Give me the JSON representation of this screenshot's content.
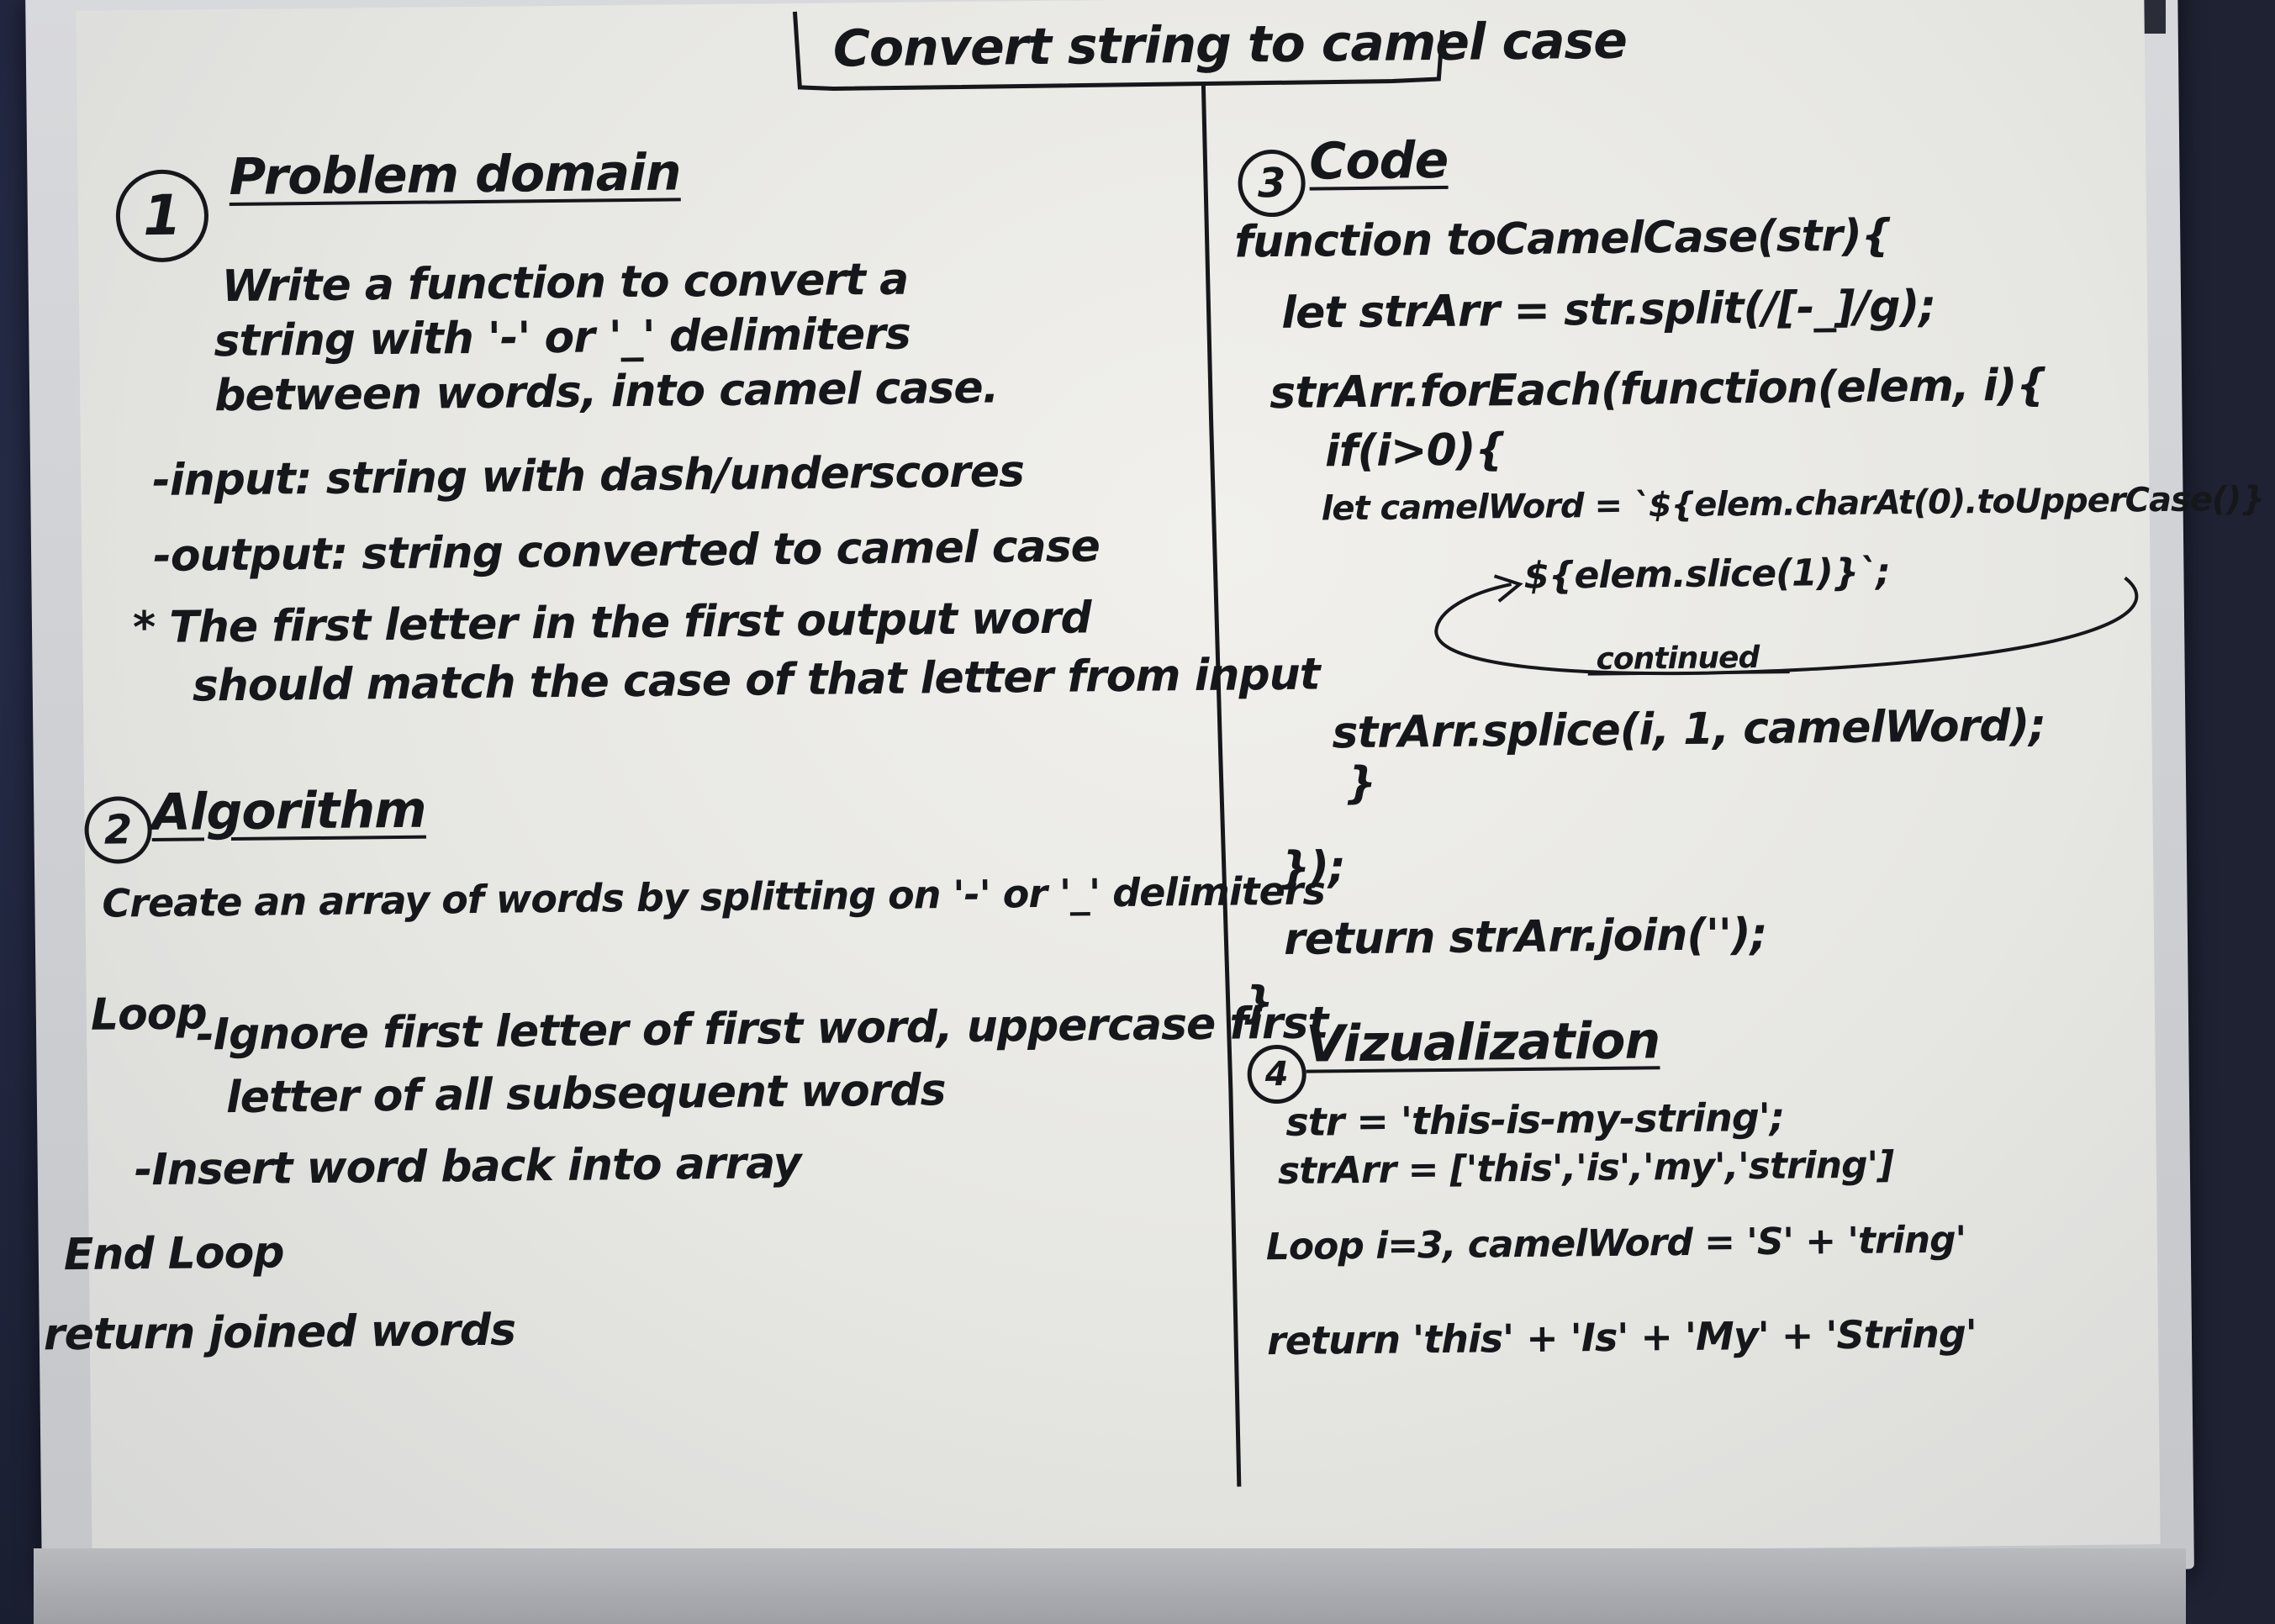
{
  "whiteboard": {
    "title": "Convert string to camel case",
    "problem_domain": {
      "number": "1",
      "heading": "Problem domain",
      "lines": [
        "Write a function to convert a",
        "string with '-' or '_' delimiters",
        "between words, into camel case.",
        "-input: string with dash/underscores",
        "-output: string converted to camel case",
        "* The first letter in the first output word",
        "should match the case of that letter from input"
      ]
    },
    "algorithm": {
      "number": "2",
      "heading": "Algorithm",
      "lines": [
        "Create an array of words by splitting on '-' or '_' delimiters",
        "Loop",
        "-Ignore first letter of first word, uppercase first",
        "letter of all subsequent words",
        "-Insert word back into array",
        "End Loop",
        "return joined words"
      ]
    },
    "code": {
      "number": "3",
      "heading": "Code",
      "lines": [
        "function toCamelCase(str){",
        "let strArr = str.split(/[-_]/g);",
        "strArr.forEach(function(elem, i){",
        "if(i>0){",
        "let camelWord = `${elem.charAt(0).toUpperCase()}",
        "${elem.slice(1)}`;",
        "strArr.splice(i, 1, camelWord);",
        "}",
        "});",
        "return strArr.join('');",
        "}"
      ],
      "continued_note": "continued",
      "closing_brace": "}"
    },
    "visualization": {
      "number": "4",
      "heading": "Vizualization",
      "lines": [
        "str = 'this-is-my-string';",
        "strArr = ['this','is','my','string']",
        "Loop i=3, camelWord = 'S' + 'tring'",
        "return 'this' + 'Is' + 'My' + 'String'"
      ]
    }
  }
}
